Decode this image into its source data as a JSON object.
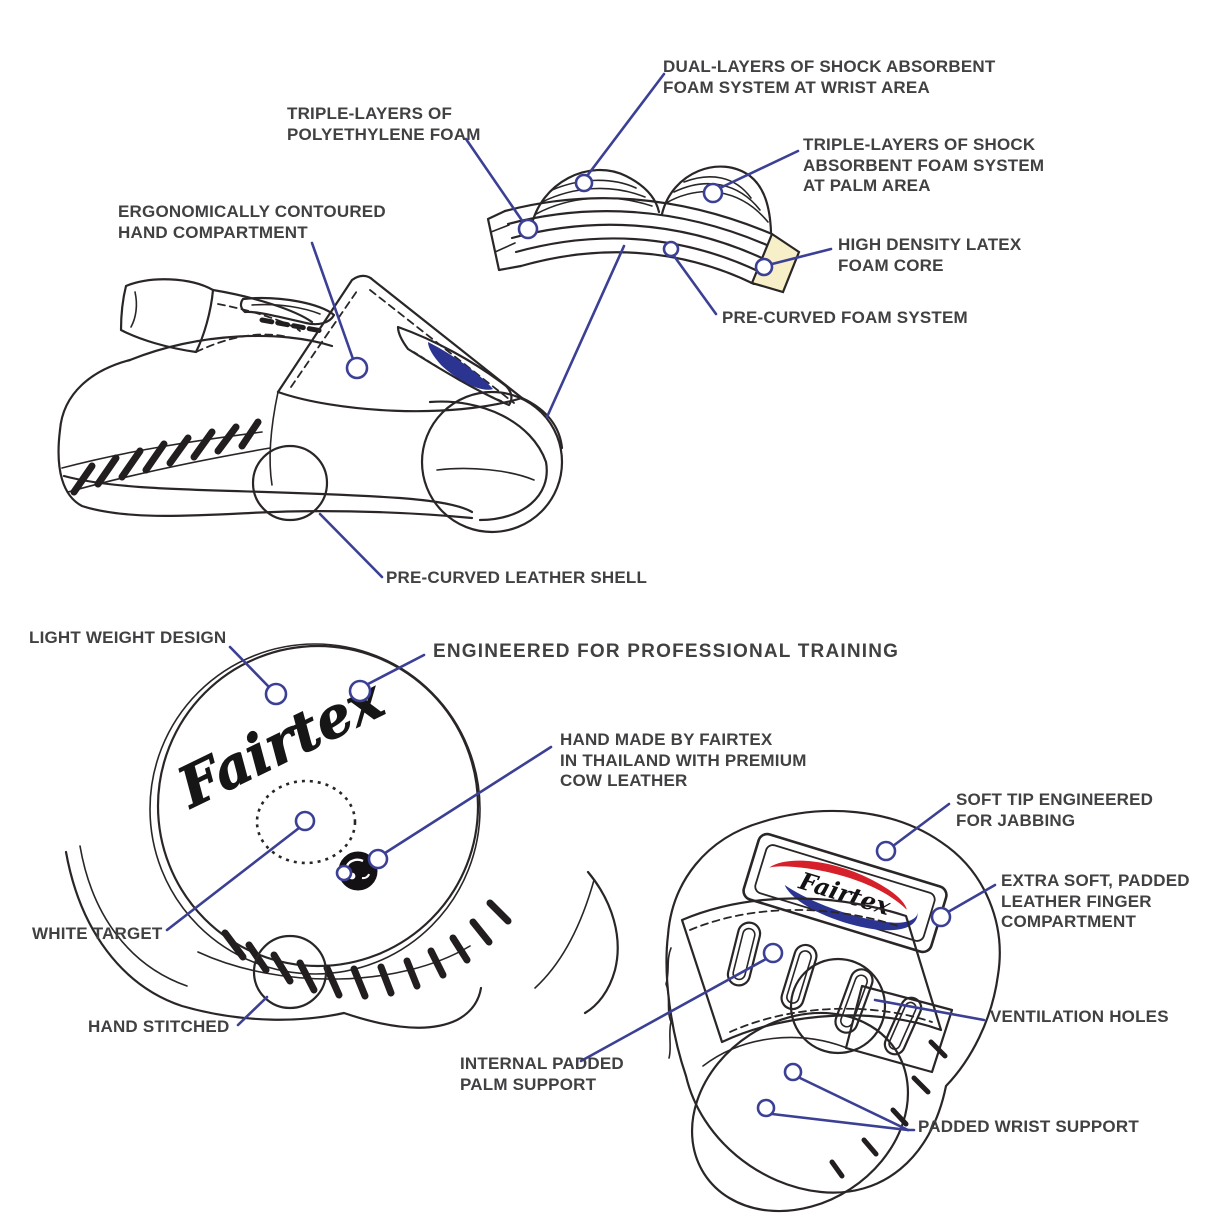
{
  "diagram_subject": "Fairtex focus mitt product feature diagram",
  "colors": {
    "leader_line": "#3b4095",
    "ink": "#2a2627",
    "label_text": "#414042",
    "foam_core_fill": "#f6efc7",
    "patch_red": "#d6202a",
    "patch_blue": "#2b3490"
  },
  "brand": {
    "script_logo": "Fairtex",
    "patch_logo": "Fairtex"
  },
  "labels": {
    "dual_wrist": {
      "text": "DUAL-LAYERS OF SHOCK ABSORBENT\nFOAM SYSTEM AT WRIST AREA"
    },
    "triple_poly": {
      "text": "TRIPLE-LAYERS OF\nPOLYETHYLENE FOAM"
    },
    "triple_palm": {
      "text": "TRIPLE-LAYERS OF SHOCK\nABSORBENT FOAM SYSTEM\nAT PALM AREA"
    },
    "latex_core": {
      "text": "HIGH DENSITY LATEX\nFOAM CORE"
    },
    "precurved_foam": {
      "text": "PRE-CURVED FOAM SYSTEM"
    },
    "ergonomic": {
      "text": "ERGONOMICALLY CONTOURED\nHAND COMPARTMENT"
    },
    "precurved_leather": {
      "text": "PRE-CURVED LEATHER SHELL"
    },
    "light_weight": {
      "text": "LIGHT WEIGHT DESIGN"
    },
    "engineered": {
      "text": "ENGINEERED FOR PROFESSIONAL TRAINING"
    },
    "hand_made": {
      "text": "HAND MADE BY FAIRTEX\nIN THAILAND WITH PREMIUM\nCOW LEATHER"
    },
    "white_target": {
      "text": "WHITE TARGET"
    },
    "hand_stitched": {
      "text": "HAND STITCHED"
    },
    "soft_tip": {
      "text": "SOFT TIP ENGINEERED\nFOR JABBING"
    },
    "extra_soft": {
      "text": "EXTRA SOFT, PADDED\nLEATHER FINGER\nCOMPARTMENT"
    },
    "ventilation": {
      "text": "VENTILATION HOLES"
    },
    "internal_padded": {
      "text": "INTERNAL PADDED\nPALM SUPPORT"
    },
    "padded_wrist": {
      "text": "PADDED WRIST SUPPORT"
    }
  }
}
